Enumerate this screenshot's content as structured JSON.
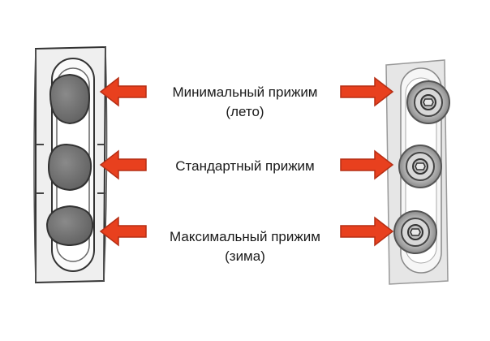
{
  "labels": {
    "min": {
      "line1": "Минимальный прижим",
      "line2": "(лето)"
    },
    "std": {
      "line1": "Стандартный прижим"
    },
    "max": {
      "line1": "Максимальный прижим",
      "line2": "(зима)"
    }
  },
  "colors": {
    "arrow": "#e8401e",
    "arrow_stroke": "#b62e14",
    "cam": "#6e6e6e",
    "plate": "#e4e4e4",
    "steel": "#d8d8d8"
  },
  "icons": {
    "left_part": "eccentric-cam-strip",
    "right_part": "roller-pin-strip"
  }
}
